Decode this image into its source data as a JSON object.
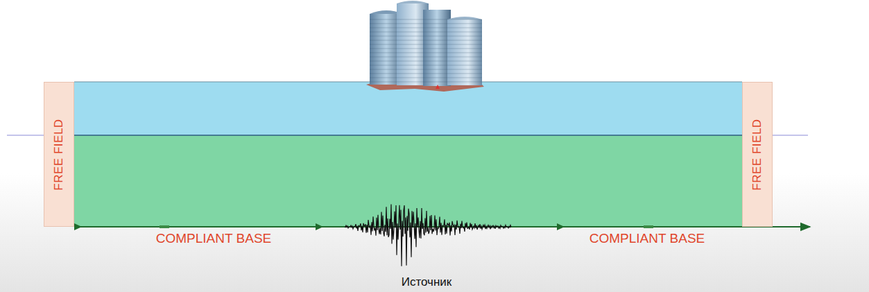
{
  "diagram": {
    "nodes": [
      {
        "text": [
          "FREE FIELD"
        ]
      },
      {
        "text": [
          "FREE FIELD"
        ]
      }
    ],
    "labels": [
      "COMPLIANT BASE",
      "COMPLIANT BASE",
      "Источник"
    ]
  }
}
